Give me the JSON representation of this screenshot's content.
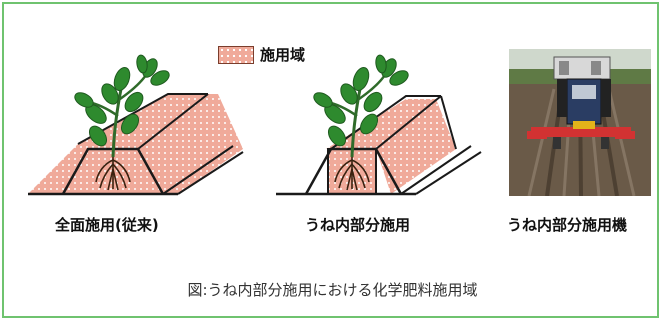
{
  "legend": {
    "label": "施用域",
    "swatch_color": "#f0aa9a",
    "border_color": "#7a3d2c"
  },
  "panels": [
    {
      "caption": "全面施用(従来)"
    },
    {
      "caption": "うね内部分施用"
    },
    {
      "caption": "うね内部分施用機"
    }
  ],
  "figure_caption": "図:うね内部分施用における化学肥料施用域",
  "frame_color": "#6fc36f"
}
